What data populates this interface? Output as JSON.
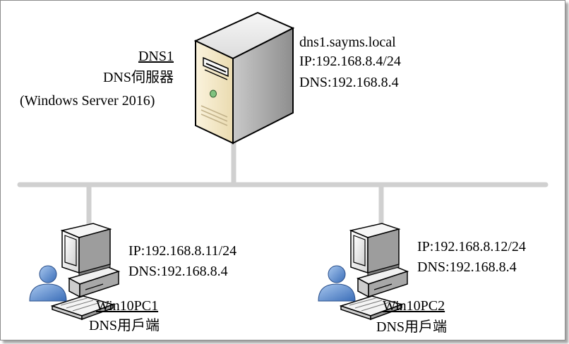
{
  "server": {
    "name": "DNS1",
    "role": "DNS伺服器",
    "os": "(Windows Server 2016)",
    "fqdn": "dns1.sayms.local",
    "ip": "IP:192.168.8.4/24",
    "dns": "DNS:192.168.8.4"
  },
  "clients": [
    {
      "name": "Win10PC1",
      "role": "DNS用戶端",
      "ip": "IP:192.168.8.11/24",
      "dns": "DNS:192.168.8.4"
    },
    {
      "name": "Win10PC2",
      "role": "DNS用戶端",
      "ip": "IP:192.168.8.12/24",
      "dns": "DNS:192.168.8.4"
    }
  ],
  "colors": {
    "network_line": "#d0d0d0",
    "device_fill": "#f3e8c8",
    "device_outline": "#000000",
    "user_icon": "#5b8fd0"
  },
  "icons": {
    "server": "server-tower-icon",
    "client": "desktop-pc-with-user-icon"
  }
}
